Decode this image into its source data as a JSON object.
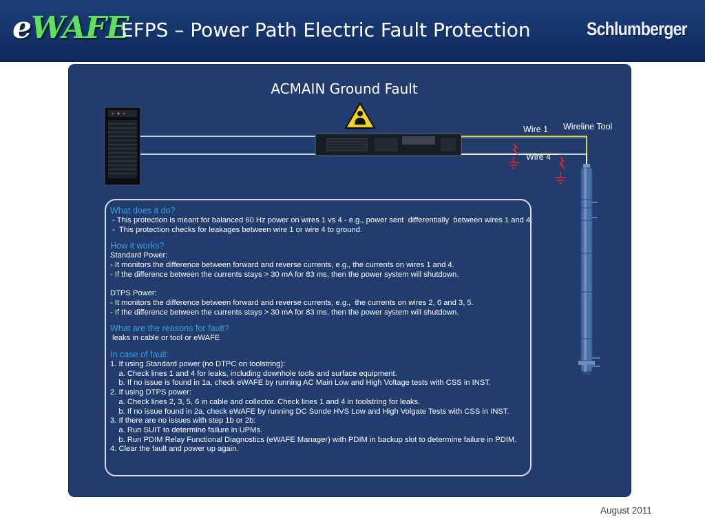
{
  "header": {
    "logo_left": {
      "e": "e",
      "rest": "WAFE"
    },
    "title": "EFPS – Power Path Electric Fault Protection",
    "logo_right": "Schlumberger"
  },
  "diagram": {
    "title": "ACMAIN Ground Fault",
    "wire1_label": "Wire 1",
    "wire4_label": "Wire 4",
    "wireline_label": "Wireline Tool",
    "colors": {
      "panel": "#213c6d",
      "wire_white": "#ffffff",
      "wire_yellow": "#e7e94b",
      "fault_red": "#e3262c",
      "heading": "#34a3e0"
    }
  },
  "info": {
    "sections": [
      {
        "heading": "What does it do?",
        "lines": [
          " - This protection is meant for balanced 60 Hz power on wires 1 vs 4 - e.g., power sent  differentially  between wires 1 and 4.",
          " -  This protection checks for leakages between wire 1 or wire 4 to ground."
        ]
      },
      {
        "heading": "How it works?",
        "lines": [
          "Standard Power:",
          "- It monitors the difference between forward and reverse currents, e.g., the currents on wires 1 and 4.",
          "- If the difference between the currents stays > 30 mA for 83 ms, then the power system will shutdown.",
          "",
          "DTPS Power:",
          "- It monitors the difference between forward and reverse currents, e.g.,  the currents on wires 2, 6 and 3, 5.",
          "- If the difference between the currents stays > 30 mA for 83 ms, then the power system will shutdown."
        ]
      },
      {
        "heading": "What are the reasons for fault?",
        "lines": [
          " leaks in cable or tool or eWAFE"
        ]
      },
      {
        "heading": "In case of fault:",
        "lines": [
          "1. If using Standard power (no DTPC on toolstring):",
          "    a. Check lines 1 and 4 for leaks, including downhole tools and surface equipment.",
          "    b. If no issue is found in 1a, check eWAFE by running AC Main Low and High Voltage tests with CSS in INST.",
          "2. If using DTPS power:",
          "    a. Check lines 2, 3, 5, 6 in cable and collector. Check lines 1 and 4 in toolstring for leaks.",
          "    b. If no issue found in 2a, check eWAFE by running DC Sonde HVS Low and High Volgate Tests with CSS in INST.",
          "3. If there are no issues with step 1b or 2b:",
          "    a. Run SUIT to determine failure in UPMs.",
          "    b. Run PDIM Relay Functional Diagnostics (eWAFE Manager) with PDIM in backup slot to determine failure in PDIM.",
          "4. Clear the fault and power up again."
        ]
      }
    ]
  },
  "footer": {
    "date": "August 2011"
  }
}
